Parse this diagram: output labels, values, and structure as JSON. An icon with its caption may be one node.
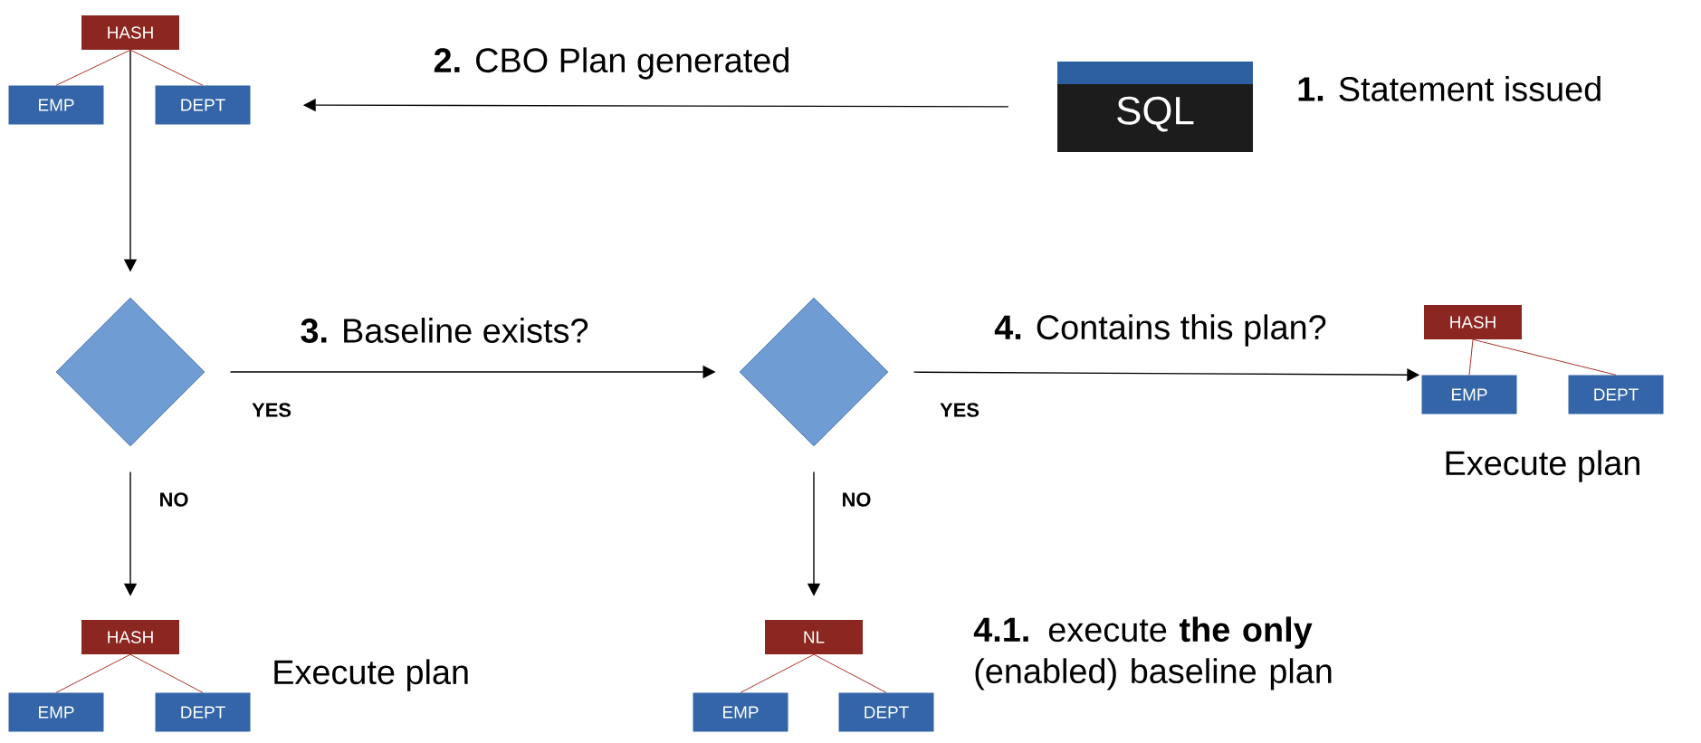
{
  "diagram": {
    "nodes": [
      {
        "text": [
          "HASH"
        ]
      },
      {
        "text": [
          "EMP"
        ]
      },
      {
        "text": [
          "DEPT"
        ]
      },
      {
        "text": [
          "SQL"
        ],
        "beside": [
          "**1.** Statement issued"
        ]
      },
      {
        "text": [],
        "shape": "diamond"
      },
      {
        "text": [],
        "shape": "diamond"
      },
      {
        "text": [
          "HASH"
        ]
      },
      {
        "text": [
          "EMP"
        ],
        "beside": [
          "Execute plan"
        ]
      },
      {
        "text": [
          "DEPT"
        ]
      },
      {
        "text": [
          "HASH"
        ]
      },
      {
        "text": [
          "EMP"
        ]
      },
      {
        "text": [
          "DEPT"
        ],
        "beside": [
          "Execute plan"
        ]
      },
      {
        "text": [
          "NL"
        ]
      },
      {
        "text": [
          "EMP"
        ]
      },
      {
        "text": [
          "DEPT"
        ],
        "beside": [
          "**4.1.** execute **the only** (enabled) baseline plan"
        ]
      }
    ],
    "edges": [
      {
        "from": 3,
        "to": 2,
        "arrow": "to",
        "label": "**2.** CBO Plan generated",
        "color": "#000000"
      },
      {
        "from": 0,
        "to": 4,
        "arrow": "to",
        "color": "#000000"
      },
      {
        "from": 4,
        "to": 5,
        "arrow": "to",
        "label": "**3.** Baseline exists?",
        "color": "#000000"
      },
      {
        "from": 5,
        "to": 7,
        "arrow": "to",
        "label": "**4.** Contains this plan?",
        "color": "#000000"
      },
      {
        "from": 4,
        "to": 9,
        "arrow": "to",
        "color": "#000000"
      },
      {
        "from": 5,
        "to": 12,
        "arrow": "to",
        "color": "#000000"
      },
      {
        "from": 0,
        "to": 1,
        "arrow": "none",
        "color": "#a8322c"
      },
      {
        "from": 0,
        "to": 2,
        "arrow": "none",
        "color": "#a8322c"
      },
      {
        "from": 6,
        "to": 7,
        "arrow": "none",
        "color": "#a8322c"
      },
      {
        "from": 6,
        "to": 8,
        "arrow": "none",
        "color": "#a8322c"
      },
      {
        "from": 9,
        "to": 10,
        "arrow": "none",
        "color": "#a8322c"
      },
      {
        "from": 9,
        "to": 11,
        "arrow": "none",
        "color": "#a8322c"
      },
      {
        "from": 12,
        "to": 13,
        "arrow": "none",
        "color": "#a8322c"
      },
      {
        "from": 12,
        "to": 14,
        "arrow": "none",
        "color": "#a8322c"
      }
    ],
    "labels": [
      "YES",
      "YES",
      "NO",
      "NO"
    ]
  }
}
